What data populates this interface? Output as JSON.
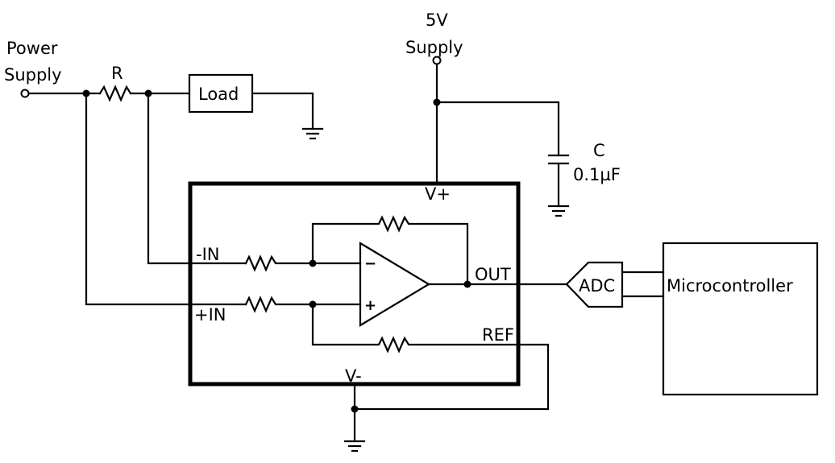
{
  "diagram": {
    "type": "circuit-schematic",
    "labels": {
      "power_supply_line1": "Power",
      "power_supply_line2": "Supply",
      "sense_resistor": "R",
      "load": "Load",
      "supply_5v_line1": "5V",
      "supply_5v_line2": "Supply",
      "capacitor_name": "C",
      "capacitor_value": "0.1µF",
      "v_plus": "V+",
      "v_minus": "V-",
      "in_minus": "-IN",
      "in_plus": "+IN",
      "out": "OUT",
      "ref": "REF",
      "opamp_inverting": "−",
      "opamp_noninverting": "+",
      "adc": "ADC",
      "microcontroller": "Microcontroller"
    },
    "colors": {
      "wire": "#000000",
      "background": "#ffffff"
    }
  }
}
